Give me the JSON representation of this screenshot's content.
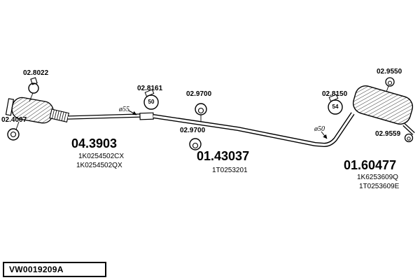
{
  "drawing_code": "VW0019209A",
  "assemblies": {
    "catalyst": {
      "number": "04.3903",
      "oem1": "1K0254502CX",
      "oem2": "1K0254502QX"
    },
    "centre_pipe": {
      "number": "01.43037",
      "oem1": "1T0253201"
    },
    "rear_silencer": {
      "number": "01.60477",
      "oem1": "1K6253609Q",
      "oem2": "1T0253609E"
    }
  },
  "fittings": {
    "clamp_front": "02.8022",
    "gasket_front": "02.4007",
    "clamp_centre": "02.8161",
    "clamp_centre_size": "50",
    "hanger_centre_upper": "02.9700",
    "hanger_centre_lower": "02.9700",
    "clamp_rear": "02.8150",
    "clamp_rear_size": "54",
    "hanger_rear_upper": "02.9550",
    "hanger_rear_lower": "02.9559"
  },
  "annotations": {
    "pipe_dia_centre": "ø55",
    "pipe_dia_rear": "ø50"
  }
}
